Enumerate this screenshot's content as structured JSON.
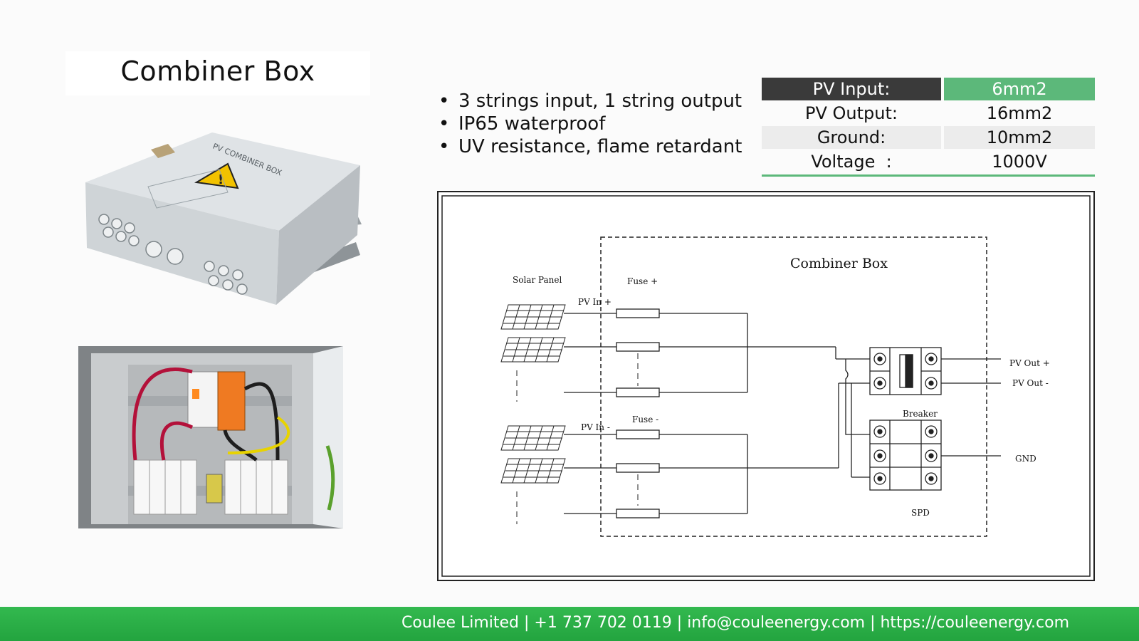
{
  "slide": {
    "title": "Combiner Box",
    "bullets": [
      "3 strings input, 1 string output",
      "IP65 waterproof",
      "UV resistance, flame retardant"
    ],
    "specs": [
      {
        "label": "PV Input:",
        "value": "6mm2"
      },
      {
        "label": "PV Output:",
        "value": "16mm2"
      },
      {
        "label": "Ground:",
        "value": "10mm2"
      },
      {
        "label": "Voltage  :",
        "value": "1000V"
      }
    ],
    "photo_box_text": "PV COMBINER BOX",
    "diagram": {
      "title": "Combiner Box",
      "solar_panel": "Solar Panel",
      "fuse_plus": "Fuse +",
      "fuse_minus": "Fuse -",
      "pv_in_plus": "PV In +",
      "pv_in_minus": "PV In -",
      "breaker": "Breaker",
      "spd": "SPD",
      "pv_out_plus": "PV Out +",
      "pv_out_minus": "PV Out -",
      "gnd": "GND"
    },
    "footer": "Coulee Limited | +1 737 702 0119 | info@couleenergy.com | https://couleenergy.com"
  },
  "colors": {
    "accent_green": "#5cb87a",
    "footer_green": "#2bb047",
    "dark_header": "#3a3a3a"
  }
}
